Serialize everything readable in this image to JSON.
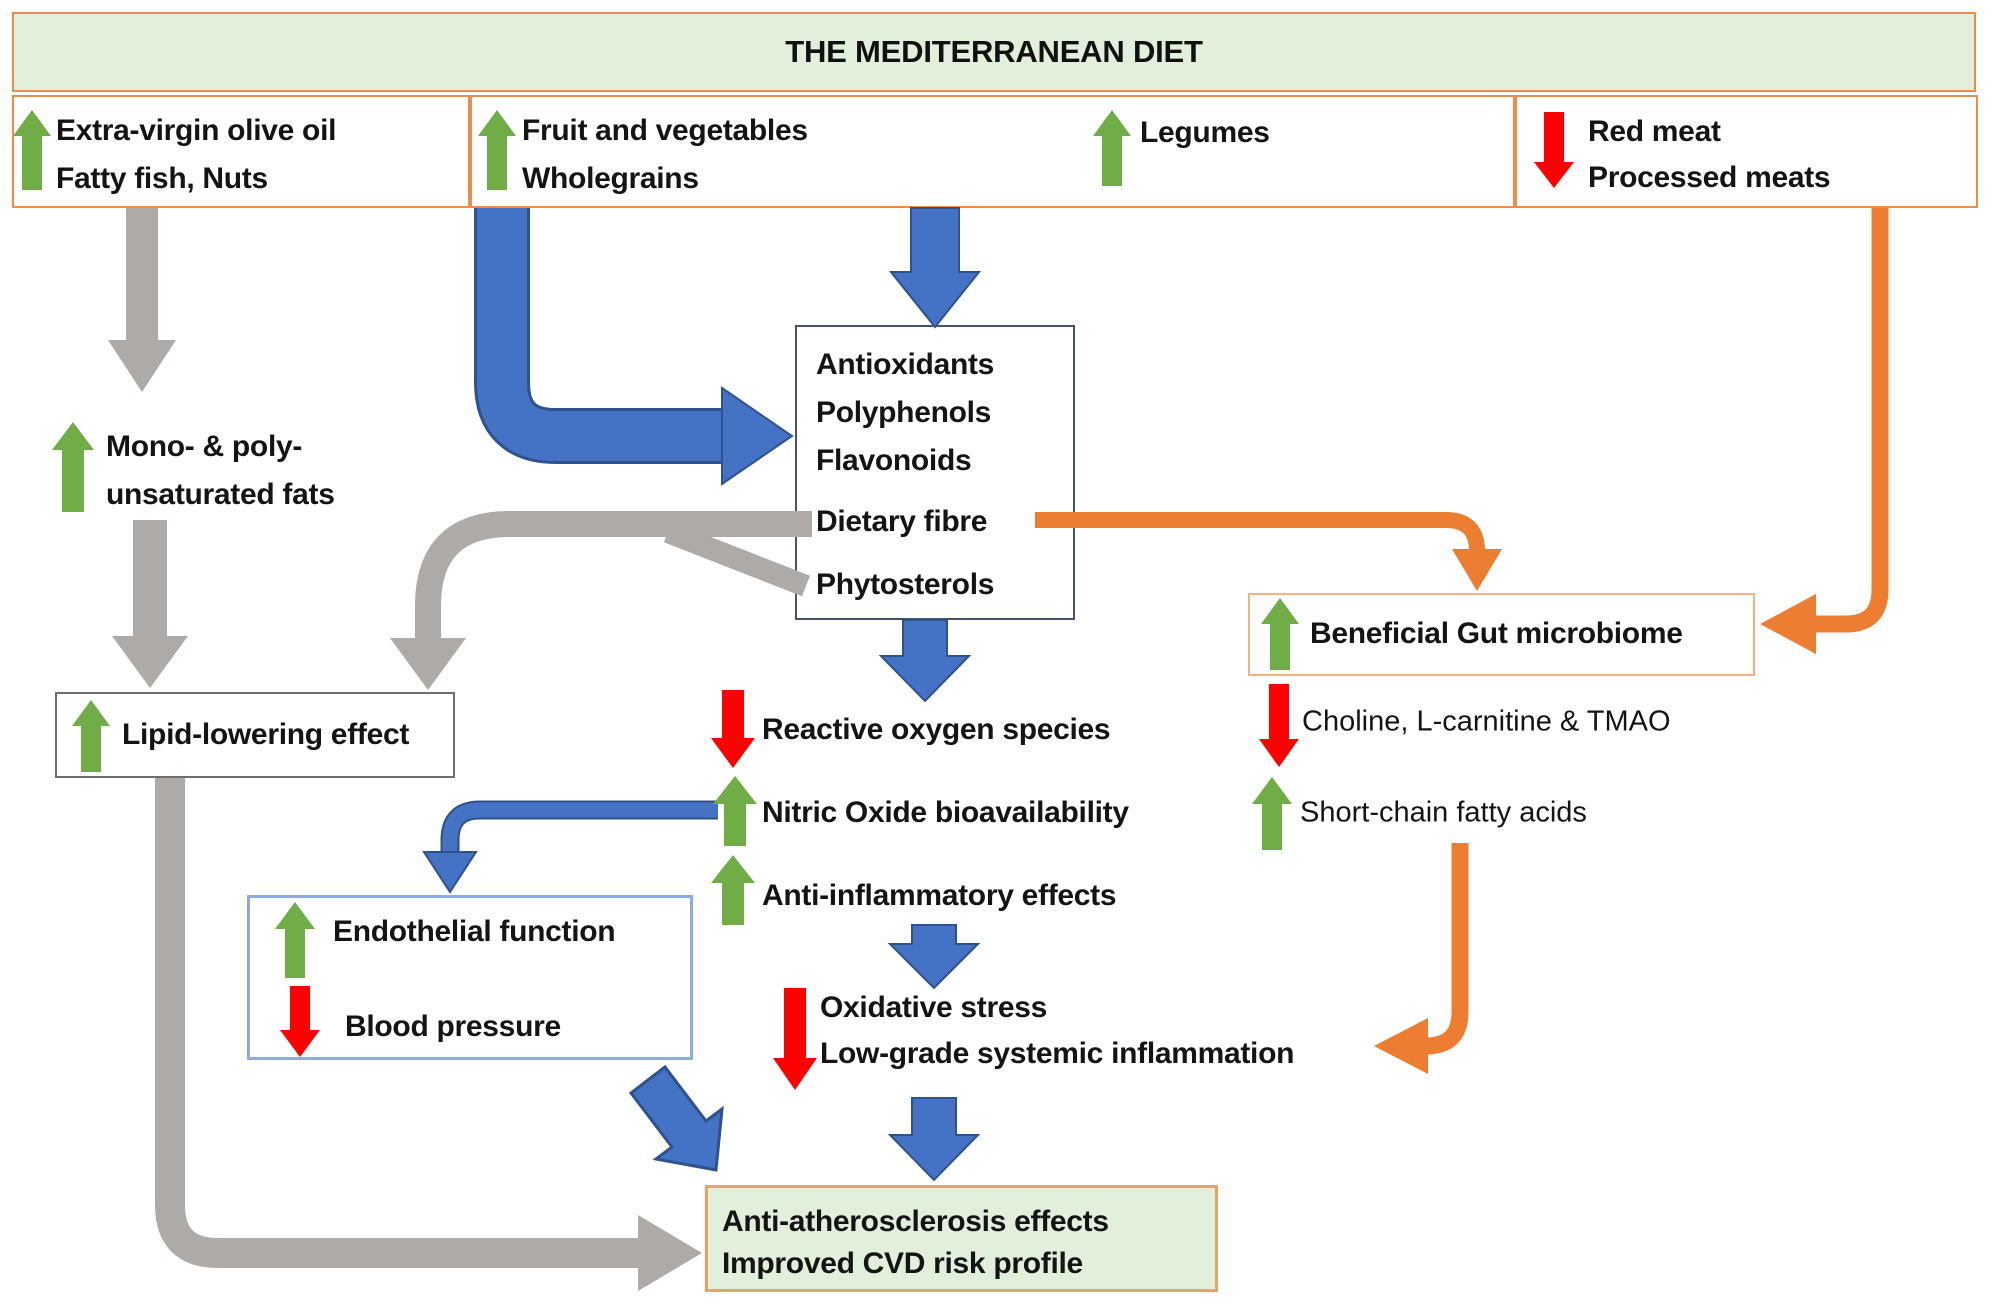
{
  "title": "THE MEDITERRANEAN DIET",
  "colors": {
    "green_arrow": "#70AD47",
    "red_arrow": "#FF0000",
    "blue_arrow": "#4472C4",
    "blue_arrow_outline": "#2F528F",
    "gray_arrow": "#AEAAA8",
    "orange_arrow": "#ED7D31",
    "green_box_bg": "#E2EFDA",
    "orange_border": "#ED8C48",
    "center_box_border": "#44546A",
    "endothelial_box_border": "#8FAADC"
  },
  "top_row": {
    "olive_box": {
      "indicator": "increase",
      "lines": [
        "Extra-virgin olive oil",
        "Fatty fish, Nuts"
      ]
    },
    "plant_box": {
      "indicator": "increase",
      "lines": [
        "Fruit and vegetables",
        "Wholegrains"
      ],
      "legumes": {
        "indicator": "increase",
        "label": "Legumes"
      }
    },
    "meat_box": {
      "indicator": "decrease",
      "lines": [
        "Red meat",
        "Processed meats"
      ]
    }
  },
  "nodes": {
    "fats": {
      "indicator": "increase",
      "lines": [
        "Mono- & poly-",
        "unsaturated fats"
      ]
    },
    "lipid": {
      "indicator": "increase",
      "label": "Lipid-lowering effect"
    },
    "compounds": {
      "lines": [
        "Antioxidants",
        "Polyphenols",
        "Flavonoids",
        "Dietary fibre",
        "Phytosterols"
      ]
    },
    "ros": {
      "indicator": "decrease",
      "label": "Reactive oxygen species"
    },
    "nitric": {
      "indicator": "increase",
      "label": "Nitric Oxide bioavailability"
    },
    "anti_inflammatory": {
      "indicator": "increase",
      "label": "Anti-inflammatory effects"
    },
    "oxidative": {
      "indicator": "decrease",
      "lines": [
        "Oxidative stress",
        "Low-grade systemic inflammation"
      ]
    },
    "endothelial": {
      "rows": [
        {
          "indicator": "increase",
          "label": "Endothelial function"
        },
        {
          "indicator": "decrease",
          "label": "Blood pressure"
        }
      ]
    },
    "gut": {
      "indicator": "increase",
      "label": "Beneficial Gut microbiome"
    },
    "choline": {
      "indicator": "decrease",
      "label": "Choline, L-carnitine & TMAO"
    },
    "scfa": {
      "indicator": "increase",
      "label": "Short-chain fatty acids"
    },
    "outcome": {
      "lines": [
        "Anti-atherosclerosis effects",
        "Improved CVD risk profile"
      ]
    }
  }
}
